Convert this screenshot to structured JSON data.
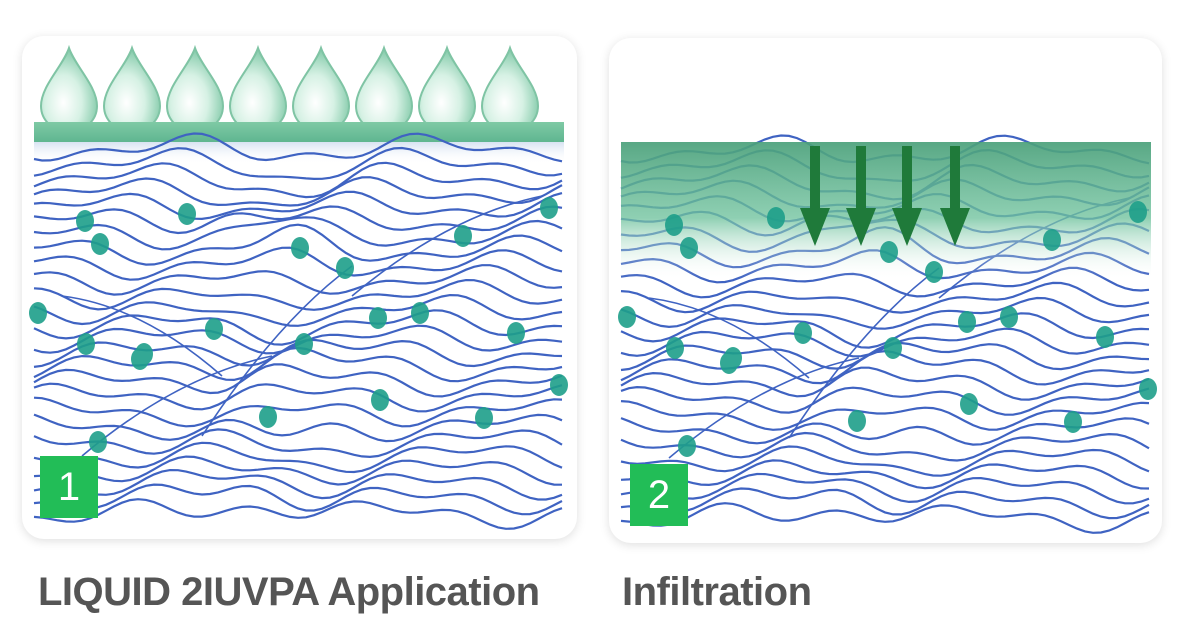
{
  "steps": [
    {
      "number": "1",
      "caption": "LIQUID 2IUVPA Application"
    },
    {
      "number": "2",
      "caption": "Infiltration"
    }
  ],
  "colors": {
    "badge": "#22bd57",
    "skin_line": "#3f63c2",
    "cell": "#1e9f8a",
    "liquid": "#6fc29d",
    "droplet": "#c9ecdc",
    "arrow": "#1f7a3a",
    "caption_text": "#555555"
  },
  "icons": [
    "water-droplet-icon",
    "down-arrow-icon"
  ]
}
